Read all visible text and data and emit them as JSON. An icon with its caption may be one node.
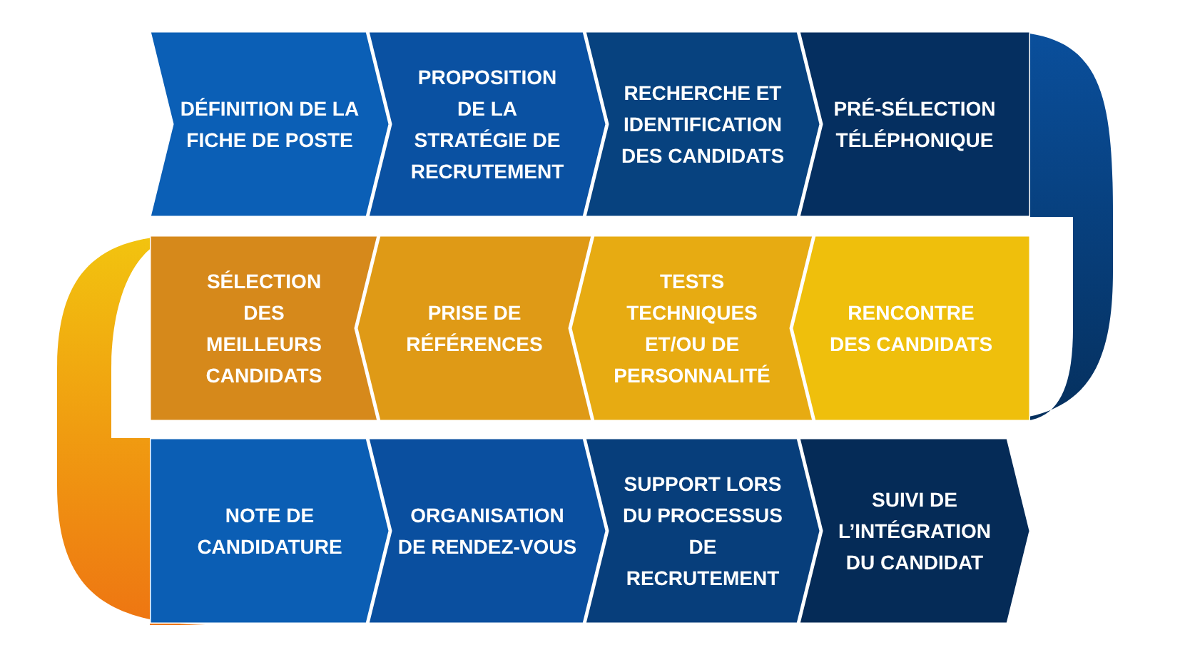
{
  "diagram": {
    "nodes": [
      {
        "text": [
          "DÉFINITION DE LA FICHE DE POSTE"
        ]
      },
      {
        "text": [
          "PROPOSITION DE LA STRATÉGIE DE RECRUTEMENT"
        ]
      },
      {
        "text": [
          "RECHERCHE ET IDENTIFICATION DES CANDIDATS"
        ]
      },
      {
        "text": [
          "PRÉ-SÉLECTION TÉLÉPHONIQUE"
        ]
      },
      {
        "text": [
          "RENCONTRE DES CANDIDATS"
        ]
      },
      {
        "text": [
          "TESTS TECHNIQUES ET/OU DE PERSONNALITÉ"
        ]
      },
      {
        "text": [
          "PRISE DE RÉFÉRENCES"
        ]
      },
      {
        "text": [
          "SÉLECTION DES MEILLEURS CANDIDATS"
        ]
      },
      {
        "text": [
          "NOTE DE CANDIDATURE"
        ]
      },
      {
        "text": [
          "ORGANISATION DE RENDEZ-VOUS"
        ]
      },
      {
        "text": [
          "SUPPORT LORS DU PROCESSUS DE RECRUTEMENT"
        ]
      },
      {
        "text": [
          "SUIVI DE L’INTÉGRATION DU CANDIDAT"
        ]
      }
    ]
  }
}
